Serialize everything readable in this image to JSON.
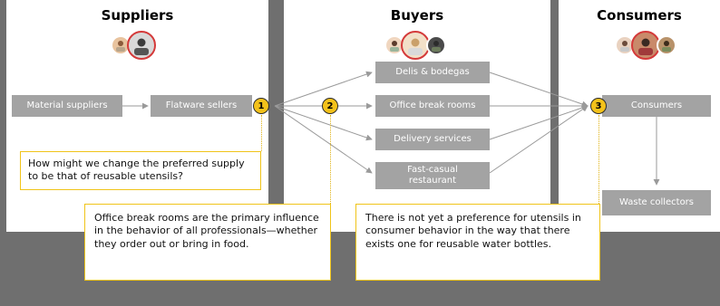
{
  "panels": {
    "suppliers": {
      "title": "Suppliers"
    },
    "buyers": {
      "title": "Buyers"
    },
    "consumers": {
      "title": "Consumers"
    }
  },
  "nodes": {
    "material_suppliers": "Material suppliers",
    "flatware_sellers": "Flatware sellers",
    "delis": "Delis & bodegas",
    "office": "Office break rooms",
    "delivery": "Delivery services",
    "fast_casual": "Fast-casual restaurant",
    "consumers": "Consumers",
    "waste": "Waste collectors"
  },
  "badges": {
    "one": "1",
    "two": "2",
    "three": "3"
  },
  "notes": {
    "one": "How might we change the preferred supply to be that of reusable utensils?",
    "two": "Office break rooms are the primary influence in the behavior of all professionals—whether they order out or bring in food.",
    "three": "There is not yet a preference for utensils in consumer behavior in the way that there exists one for reusable water bottles."
  },
  "colors": {
    "accent": "#f4c21a",
    "node": "#a3a3a3",
    "background": "#6f6f6f",
    "highlight_ring": "#d43a3a"
  },
  "icons": [
    "person-avatar-icon"
  ]
}
